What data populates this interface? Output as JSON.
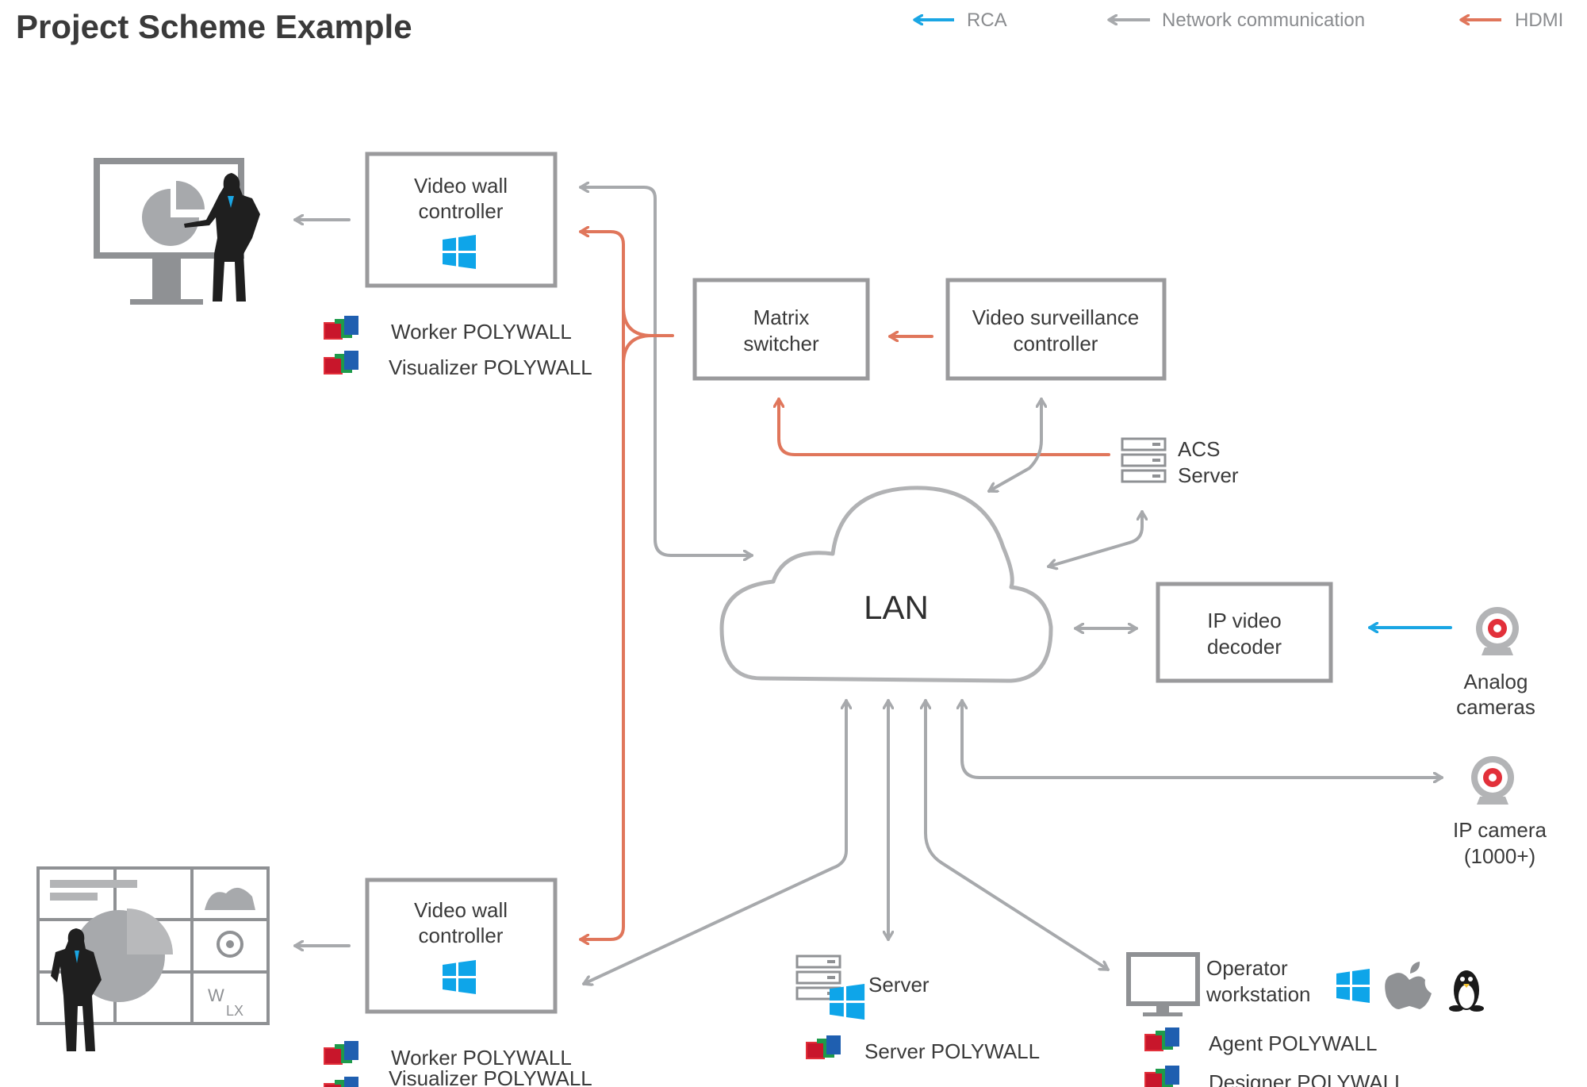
{
  "title": "Project Scheme Example",
  "legend": {
    "rca": "RCA",
    "network": "Network communication",
    "hdmi": "HDMI"
  },
  "colors": {
    "rca": "#1aa6e4",
    "network": "#a7a9ac",
    "hdmi": "#e0765b",
    "box_border": "#9a9a9c",
    "text": "#3a3a3a",
    "camera_red": "#e2303a",
    "windows_blue": "#0ea5e9"
  },
  "nodes": {
    "vwc_top": {
      "line1": "Video wall",
      "line2": "controller"
    },
    "vwc_bottom": {
      "line1": "Video wall",
      "line2": "controller"
    },
    "matrix": {
      "line1": "Matrix",
      "line2": "switcher"
    },
    "vsc": {
      "line1": "Video surveillance",
      "line2": "controller"
    },
    "acs": {
      "line1": "ACS",
      "line2": "Server"
    },
    "lan": {
      "label": "LAN"
    },
    "ipdec": {
      "line1": "IP video",
      "line2": "decoder"
    },
    "analog": {
      "line1": "Analog",
      "line2": "cameras"
    },
    "ipcam": {
      "line1": "IP camera",
      "line2": "(1000+)"
    },
    "server": {
      "label": "Server"
    },
    "operator": {
      "line1": "Operator",
      "line2": "workstation"
    }
  },
  "products": {
    "top": [
      "Worker POLYWALL",
      "Visualizer POLYWALL"
    ],
    "bottom": [
      "Worker POLYWALL",
      "Visualizer POLYWALL"
    ],
    "server": [
      "Server POLYWALL"
    ],
    "operator": [
      "Agent POLYWALL",
      "Designer POLYWALL"
    ]
  },
  "icons": [
    "windows-icon",
    "apple-icon",
    "linux-icon",
    "server-icon",
    "camera-icon",
    "polywall-logo-icon",
    "presenter-icon",
    "video-wall-icon"
  ]
}
